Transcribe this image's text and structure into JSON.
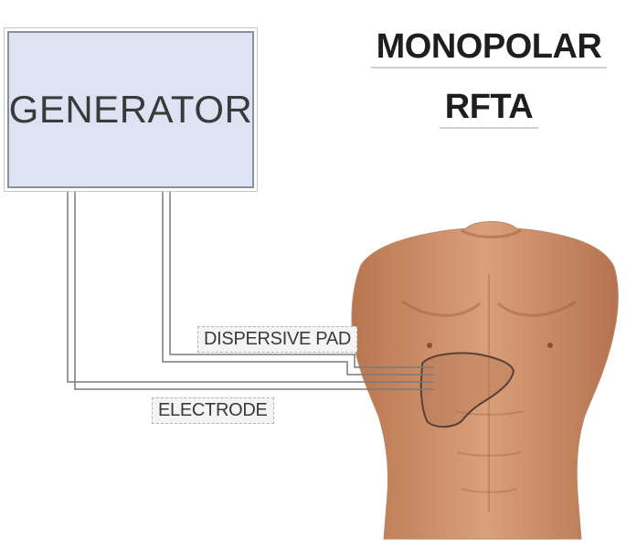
{
  "generator": {
    "label": "GENERATOR"
  },
  "title": {
    "line1": "MONOPOLAR",
    "line2": "RFTA"
  },
  "leads": {
    "dispersive_pad": "DISPERSIVE PAD",
    "electrode": "ELECTRODE"
  },
  "colors": {
    "generator_fill": "#dde3f2",
    "skin": "#c98b62",
    "skin_shadow": "#a86a45",
    "liver_outline": "#5a4035",
    "wire": "#7a7a7a"
  }
}
